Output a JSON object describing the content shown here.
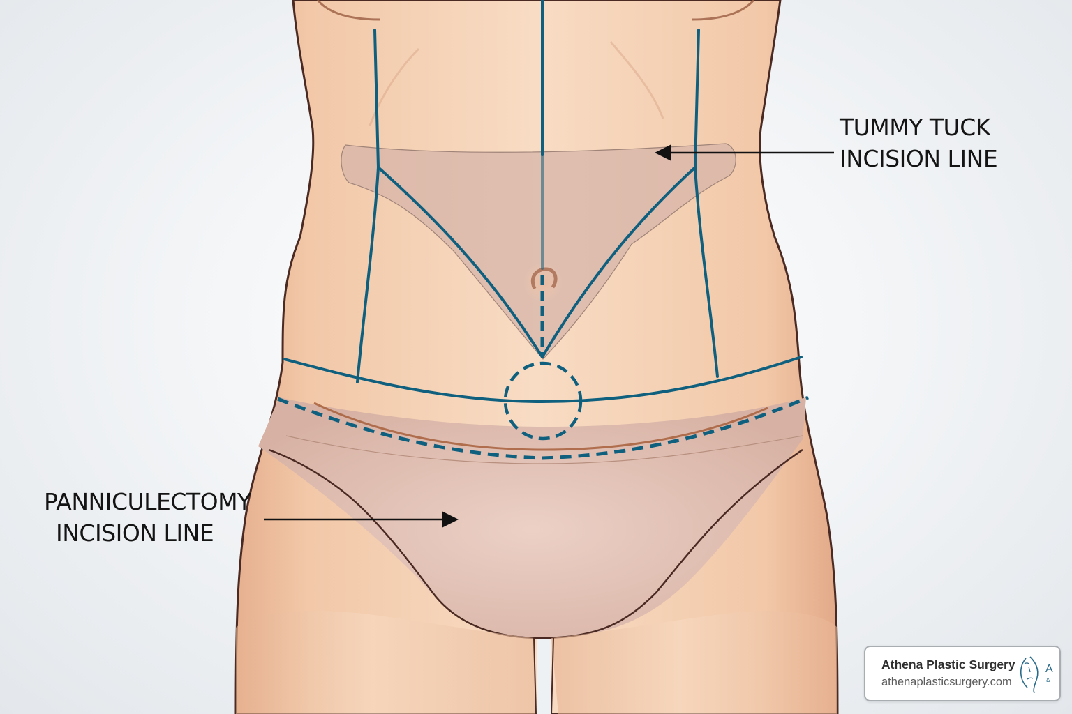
{
  "diagram": {
    "subject": "Female abdomen anterior view with incision marking lines",
    "colors": {
      "background": "#eef1f4",
      "skin": "#f4d0b2",
      "skin_shadow": "#e2ad8c",
      "outline": "#4a2a22",
      "marking_line": "#0f5f7e",
      "excision_zone": "#d9b8ac",
      "arrow": "#111111",
      "label_text": "#141414"
    },
    "markings": {
      "midline": "solid vertical line from sternum to navel, dashed below navel",
      "lateral_lines": "two solid vertical lines on each side",
      "v_lines": "solid V shape from lateral lines to point below navel",
      "upper_excision_zone": "translucent pinkish band across upper abdomen",
      "circle": "dashed circle at mons/lower midline",
      "lower_curve": "solid curved line across lower abdomen",
      "dashed_curve": "dashed curved line along pubic crease"
    }
  },
  "labels": {
    "tummy_tuck": {
      "line1": "TUMMY TUCK",
      "line2": "INCISION LINE"
    },
    "panniculectomy": {
      "line1": "PANNICULECTOMY",
      "line2": "INCISION LINE"
    }
  },
  "brand": {
    "name": "Athena Plastic Surgery",
    "url": "athenaplasticsurgery.com",
    "logo_mark": "A",
    "logo_sub": "& I"
  }
}
